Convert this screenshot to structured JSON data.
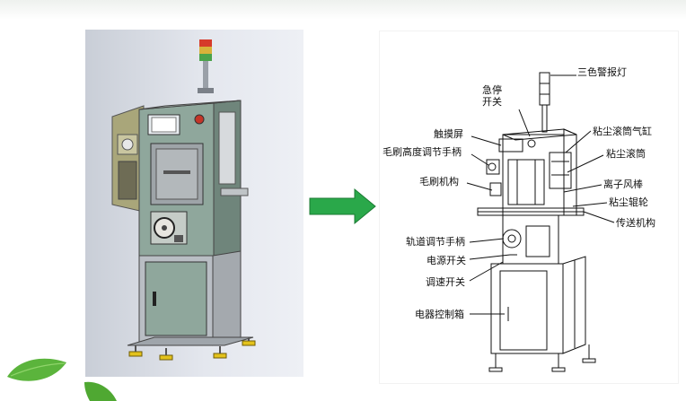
{
  "callouts": {
    "three_color_light": "三色警报灯",
    "emergency_stop_line1": "急停",
    "emergency_stop_line2": "开关",
    "touch_screen": "触摸屏",
    "brush_height_handle": "毛刷高度调节手柄",
    "brush_mechanism": "毛刷机构",
    "track_adjust_handle": "轨道调节手柄",
    "power_switch": "电源开关",
    "speed_switch": "调速开关",
    "electrical_box": "电器控制箱",
    "dust_roller_cylinder": "粘尘滚筒气缸",
    "dust_roller": "粘尘滚筒",
    "ion_fan_bar": "离子风棒",
    "dust_sticky_wheel": "粘尘辊轮",
    "conveyor_mechanism": "传送机构"
  },
  "colors": {
    "machine_green": "#8fa79c",
    "machine_side": "#a9a67a",
    "arrow_green": "#2aa84a",
    "light_red": "#d63a2a",
    "light_yellow": "#d8b23a",
    "light_green": "#4aa34a",
    "leaf_green": "#5bb43c"
  },
  "icons": {
    "direction_arrow": "right-arrow-icon",
    "decoration": "leaf-icon"
  }
}
